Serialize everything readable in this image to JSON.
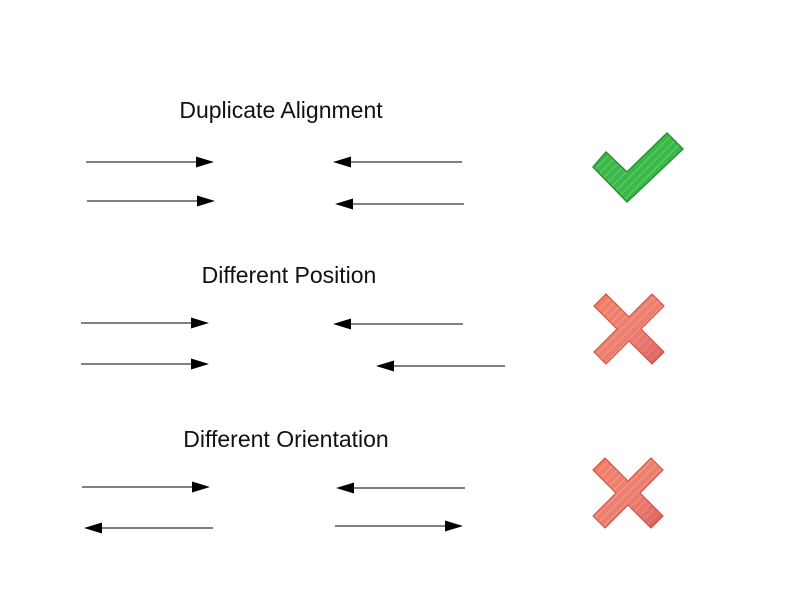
{
  "colors": {
    "arrow": "#000000",
    "check_fill": "#3cb84a",
    "check_stroke": "#2a8f36",
    "cross_fill": "#f0765e",
    "cross_stroke": "#cc4a3a"
  },
  "rows": [
    {
      "title": "Duplicate Alignment",
      "status": "valid",
      "status_icon": "check-icon"
    },
    {
      "title": "Different Position",
      "status": "invalid",
      "status_icon": "cross-icon"
    },
    {
      "title": "Different Orientation",
      "status": "invalid",
      "status_icon": "cross-icon"
    }
  ]
}
